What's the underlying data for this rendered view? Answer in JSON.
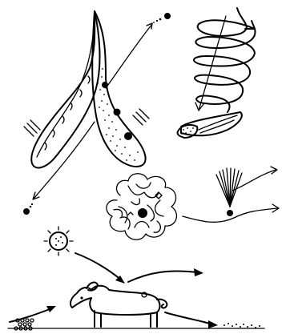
{
  "figure": {
    "panels": [
      "bursting-pod-seed-ejection",
      "spiraling-winged-seed",
      "plumed-seed-wind-drift",
      "tumbleweed-rolling",
      "hooked-burr-animal-transport",
      "seeds-through-animal-gut"
    ]
  },
  "colors": {
    "ink": "#000000",
    "background": "#ffffff"
  }
}
